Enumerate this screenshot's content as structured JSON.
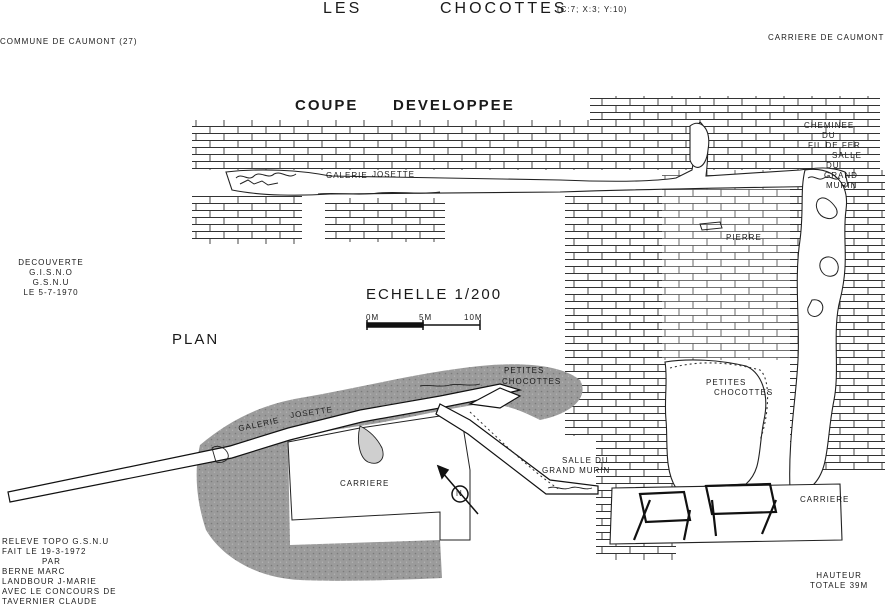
{
  "title": {
    "les": "LES",
    "name": "CHOCOTTES",
    "coords": "(C:7; X:3; Y:10)"
  },
  "header": {
    "commune": "COMMUNE DE CAUMONT (27)",
    "carriere": "CARRIERE DE CAUMONT"
  },
  "section": {
    "title_word1": "COUPE",
    "title_word2": "DEVELOPPEE",
    "galerie": "GALERIE",
    "josette": "JOSETTE",
    "cheminee": "CHEMINEE",
    "du": "DU",
    "fil_de_fer": "FIL DE FER",
    "salle": "SALLE",
    "salle_du": "DU",
    "grand": "GRAND",
    "murin": "MURIN",
    "pierre": "PIERRE",
    "petites": "PETITES",
    "chocottes": "CHOCOTTES",
    "carriere": "CARRIERE"
  },
  "discovery": {
    "line1": "DECOUVERTE",
    "line2": "G.I.S.N.O",
    "line3": "G.S.N.U",
    "line4": "LE 5-7-1970"
  },
  "scale": {
    "title": "ECHELLE 1/200",
    "tick0": "0M",
    "tick1": "5M",
    "tick2": "10M"
  },
  "plan": {
    "title": "PLAN",
    "petites": "PETITES",
    "chocottes": "CHOCOTTES",
    "galerie": "GALERIE",
    "josette": "JOSETTE",
    "carriere": "CARRIERE",
    "salle": "SALLE DU",
    "grand_murin": "GRAND MURIN",
    "north": "N"
  },
  "credits": {
    "line1": "RELEVE TOPO G.S.N.U",
    "line2": "FAIT LE 19-3-1972",
    "line3": "PAR",
    "line4": "BERNE MARC",
    "line5": "LANDBOUR J-MARIE",
    "line6": "AVEC LE CONCOURS DE",
    "line7": "TAVERNIER CLAUDE"
  },
  "height": {
    "line1": "HAUTEUR",
    "line2": "TOTALE 39M"
  }
}
